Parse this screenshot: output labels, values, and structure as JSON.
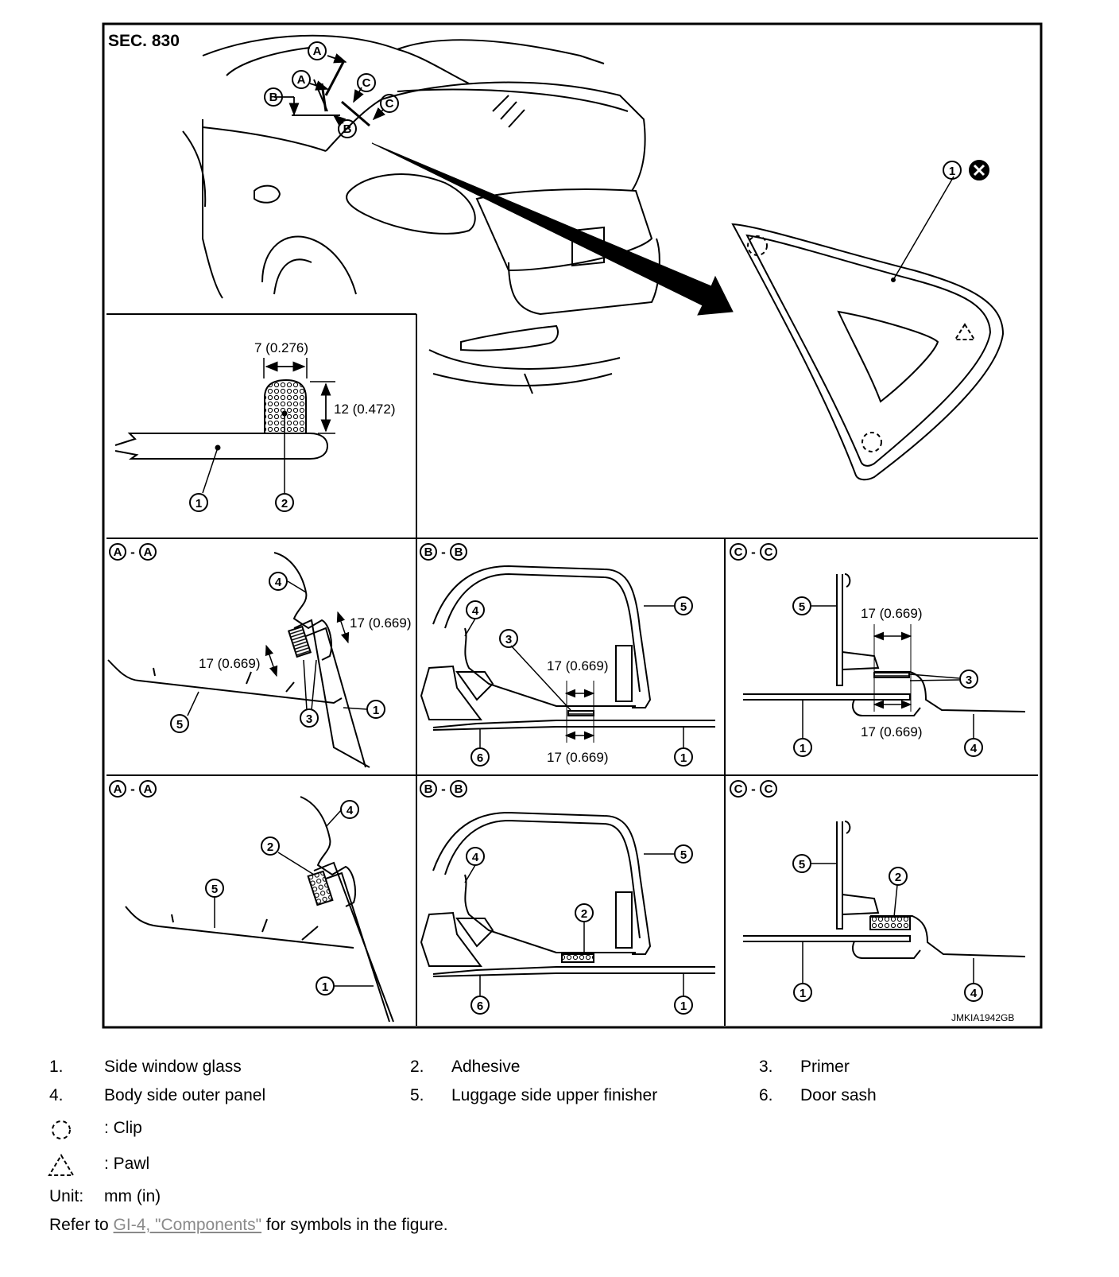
{
  "figure": {
    "section": "SEC. 830",
    "image_code": "JMKIA1942GB",
    "detail_dim_width": "7 (0.276)",
    "detail_dim_height": "12 (0.472)",
    "dim_17": "17 (0.669)",
    "section_letters": [
      "A",
      "B",
      "C"
    ],
    "callouts": [
      "1",
      "2",
      "3",
      "4",
      "5",
      "6"
    ]
  },
  "legend": {
    "items": [
      {
        "num": "1.",
        "label": "Side window glass"
      },
      {
        "num": "2.",
        "label": "Adhesive"
      },
      {
        "num": "3.",
        "label": "Primer"
      },
      {
        "num": "4.",
        "label": "Body side outer panel"
      },
      {
        "num": "5.",
        "label": "Luggage side upper finisher"
      },
      {
        "num": "6.",
        "label": "Door sash"
      }
    ],
    "clip_label": ": Clip",
    "pawl_label": ": Pawl",
    "unit_label": "Unit:",
    "unit_value": "mm (in)",
    "refer_prefix": "Refer to ",
    "refer_link": "GI-4, \"Components\"",
    "refer_suffix": " for symbols in the figure."
  }
}
